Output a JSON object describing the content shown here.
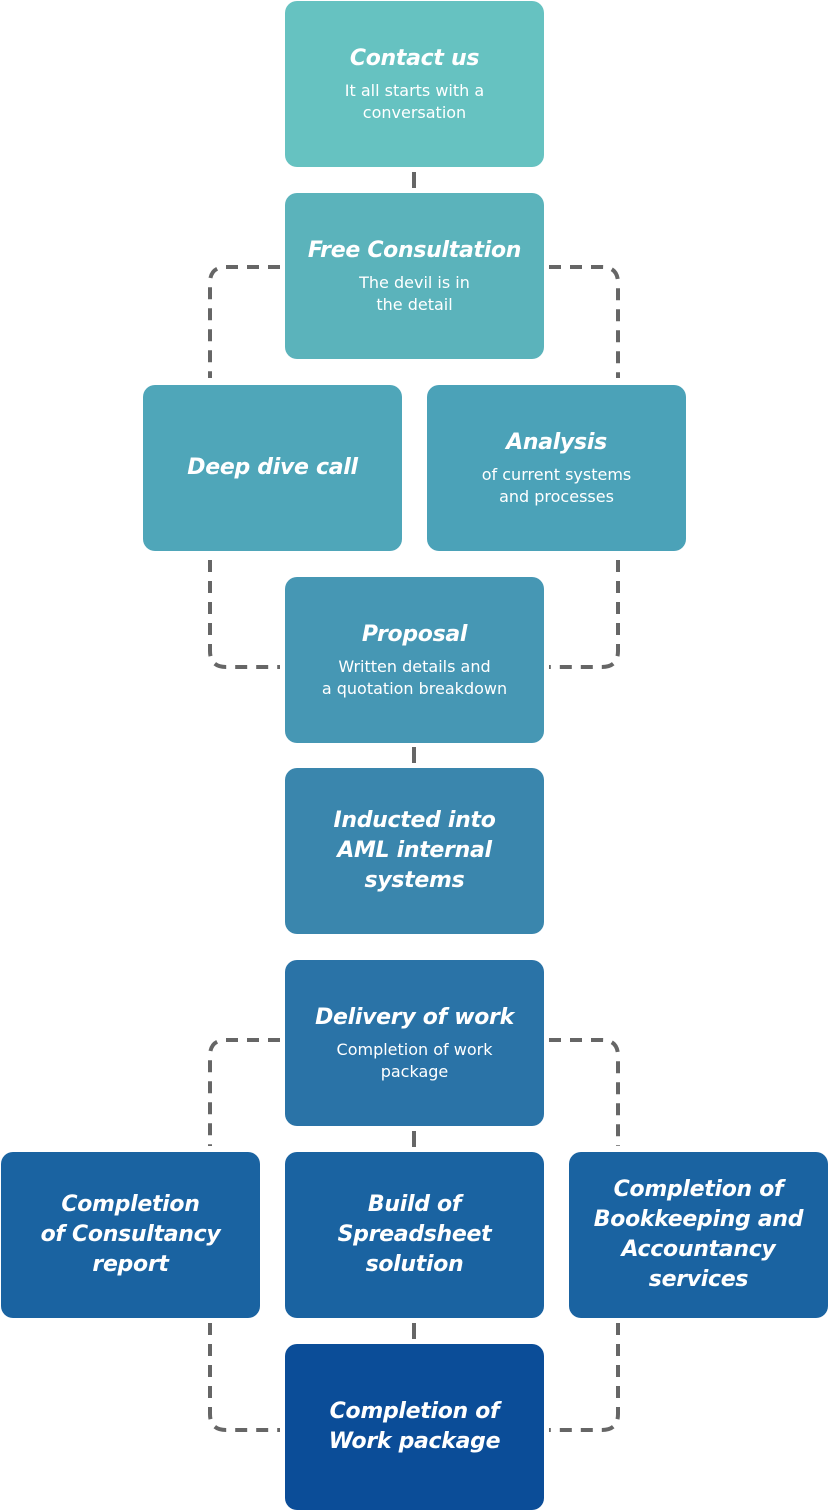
{
  "steps": {
    "contact": {
      "title": "Contact us",
      "subtitle": "It all starts with a\nconversation",
      "color": "#66c2c1"
    },
    "consultation": {
      "title": "Free Consultation",
      "subtitle": "The devil is in\nthe detail",
      "color": "#5bb3bb"
    },
    "deep_dive": {
      "title": "Deep dive call",
      "subtitle": "",
      "color": "#4fa6b9"
    },
    "analysis": {
      "title": "Analysis",
      "subtitle": "of current systems\nand processes",
      "color": "#4ba2b8"
    },
    "proposal": {
      "title": "Proposal",
      "subtitle": "Written details and\na quotation breakdown",
      "color": "#4697b4"
    },
    "inducted": {
      "title": "Inducted into\nAML internal\nsystems",
      "subtitle": "",
      "color": "#3a86ad"
    },
    "delivery": {
      "title": "Delivery of work",
      "subtitle": "Completion of work\npackage",
      "color": "#2a73a7"
    },
    "consultancy_report": {
      "title": "Completion\nof Consultancy\nreport",
      "subtitle": "",
      "color": "#1a63a1"
    },
    "spreadsheet": {
      "title": "Build of\nSpreadsheet\nsolution",
      "subtitle": "",
      "color": "#1a63a1"
    },
    "bookkeeping": {
      "title": "Completion of\nBookkeeping and\nAccountancy\nservices",
      "subtitle": "",
      "color": "#1a63a1"
    },
    "work_package": {
      "title": "Completion of\nWork package",
      "subtitle": "",
      "color": "#0b4d98"
    }
  },
  "connector_color": "#666666"
}
